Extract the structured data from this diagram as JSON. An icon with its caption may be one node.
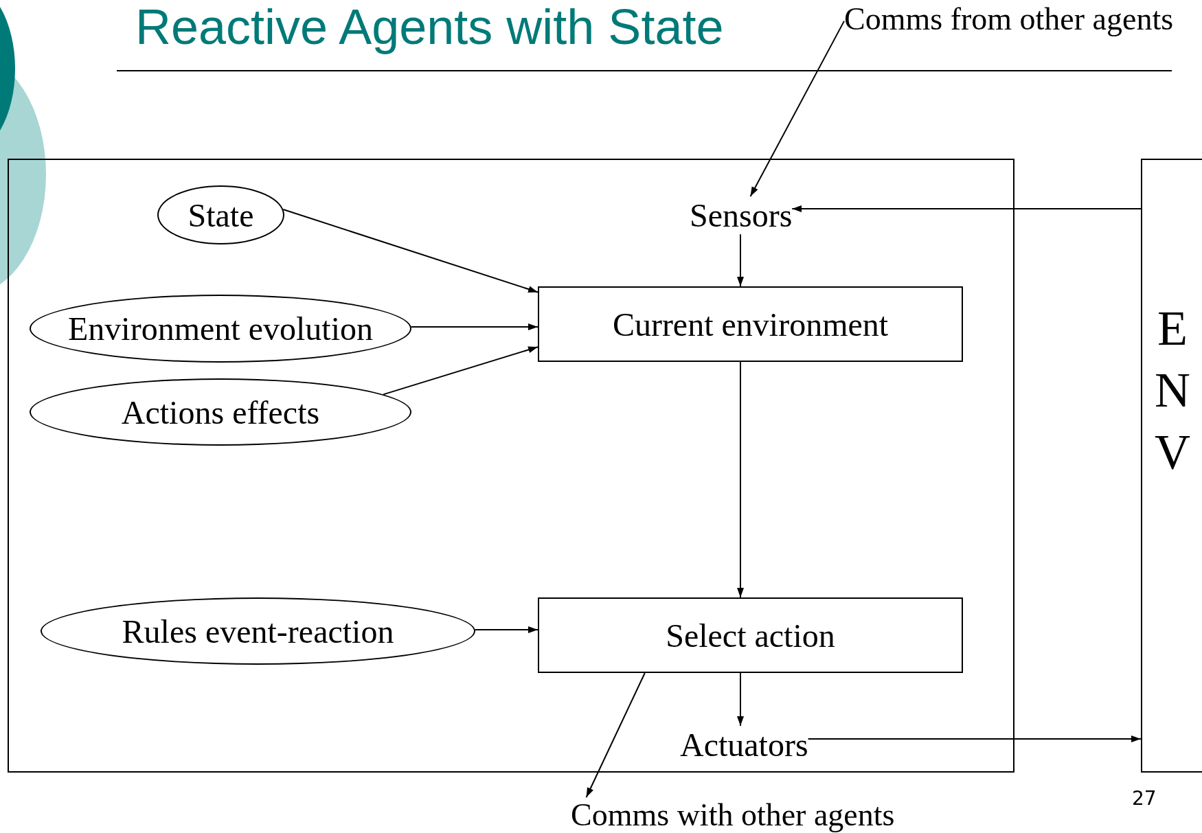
{
  "diagram": {
    "title": "Reactive Agents with State",
    "nodes": [
      {
        "text": [],
        "shape": "box"
      },
      {
        "text": [
          "State"
        ],
        "in": 0
      },
      {
        "text": [
          "Sensors"
        ],
        "in": 0
      },
      {
        "text": [
          "Environment evolution"
        ],
        "in": 0
      },
      {
        "text": [
          "Current environment"
        ],
        "in": 0
      },
      {
        "text": [
          "Actions effects"
        ],
        "in": 0
      },
      {
        "text": [
          "Rules event-reaction"
        ],
        "in": 0
      },
      {
        "text": [
          "Select action"
        ],
        "in": 0
      },
      {
        "text": [
          "Actuators"
        ],
        "in": 0
      },
      {
        "text": [
          "E N V"
        ]
      },
      {
        "text": [
          "Comms from other agents"
        ]
      },
      {
        "text": [
          "Comms with other agents"
        ]
      }
    ],
    "edges": [
      {
        "from": 1,
        "to": 4,
        "arrow": "to"
      },
      {
        "from": 3,
        "to": 4,
        "arrow": "to"
      },
      {
        "from": 5,
        "to": 4,
        "arrow": "to"
      },
      {
        "from": 2,
        "to": 4,
        "arrow": "to"
      },
      {
        "from": 4,
        "to": 7,
        "arrow": "to"
      },
      {
        "from": 6,
        "to": 7,
        "arrow": "to"
      },
      {
        "from": 7,
        "to": 8,
        "arrow": "to"
      },
      {
        "from": 8,
        "to": 9,
        "arrow": "to"
      },
      {
        "from": 9,
        "to": 2,
        "arrow": "to"
      },
      {
        "from": 10,
        "to": 2,
        "arrow": "to"
      },
      {
        "from": 7,
        "to": 11,
        "arrow": "to"
      }
    ],
    "labels": [
      "27"
    ]
  }
}
